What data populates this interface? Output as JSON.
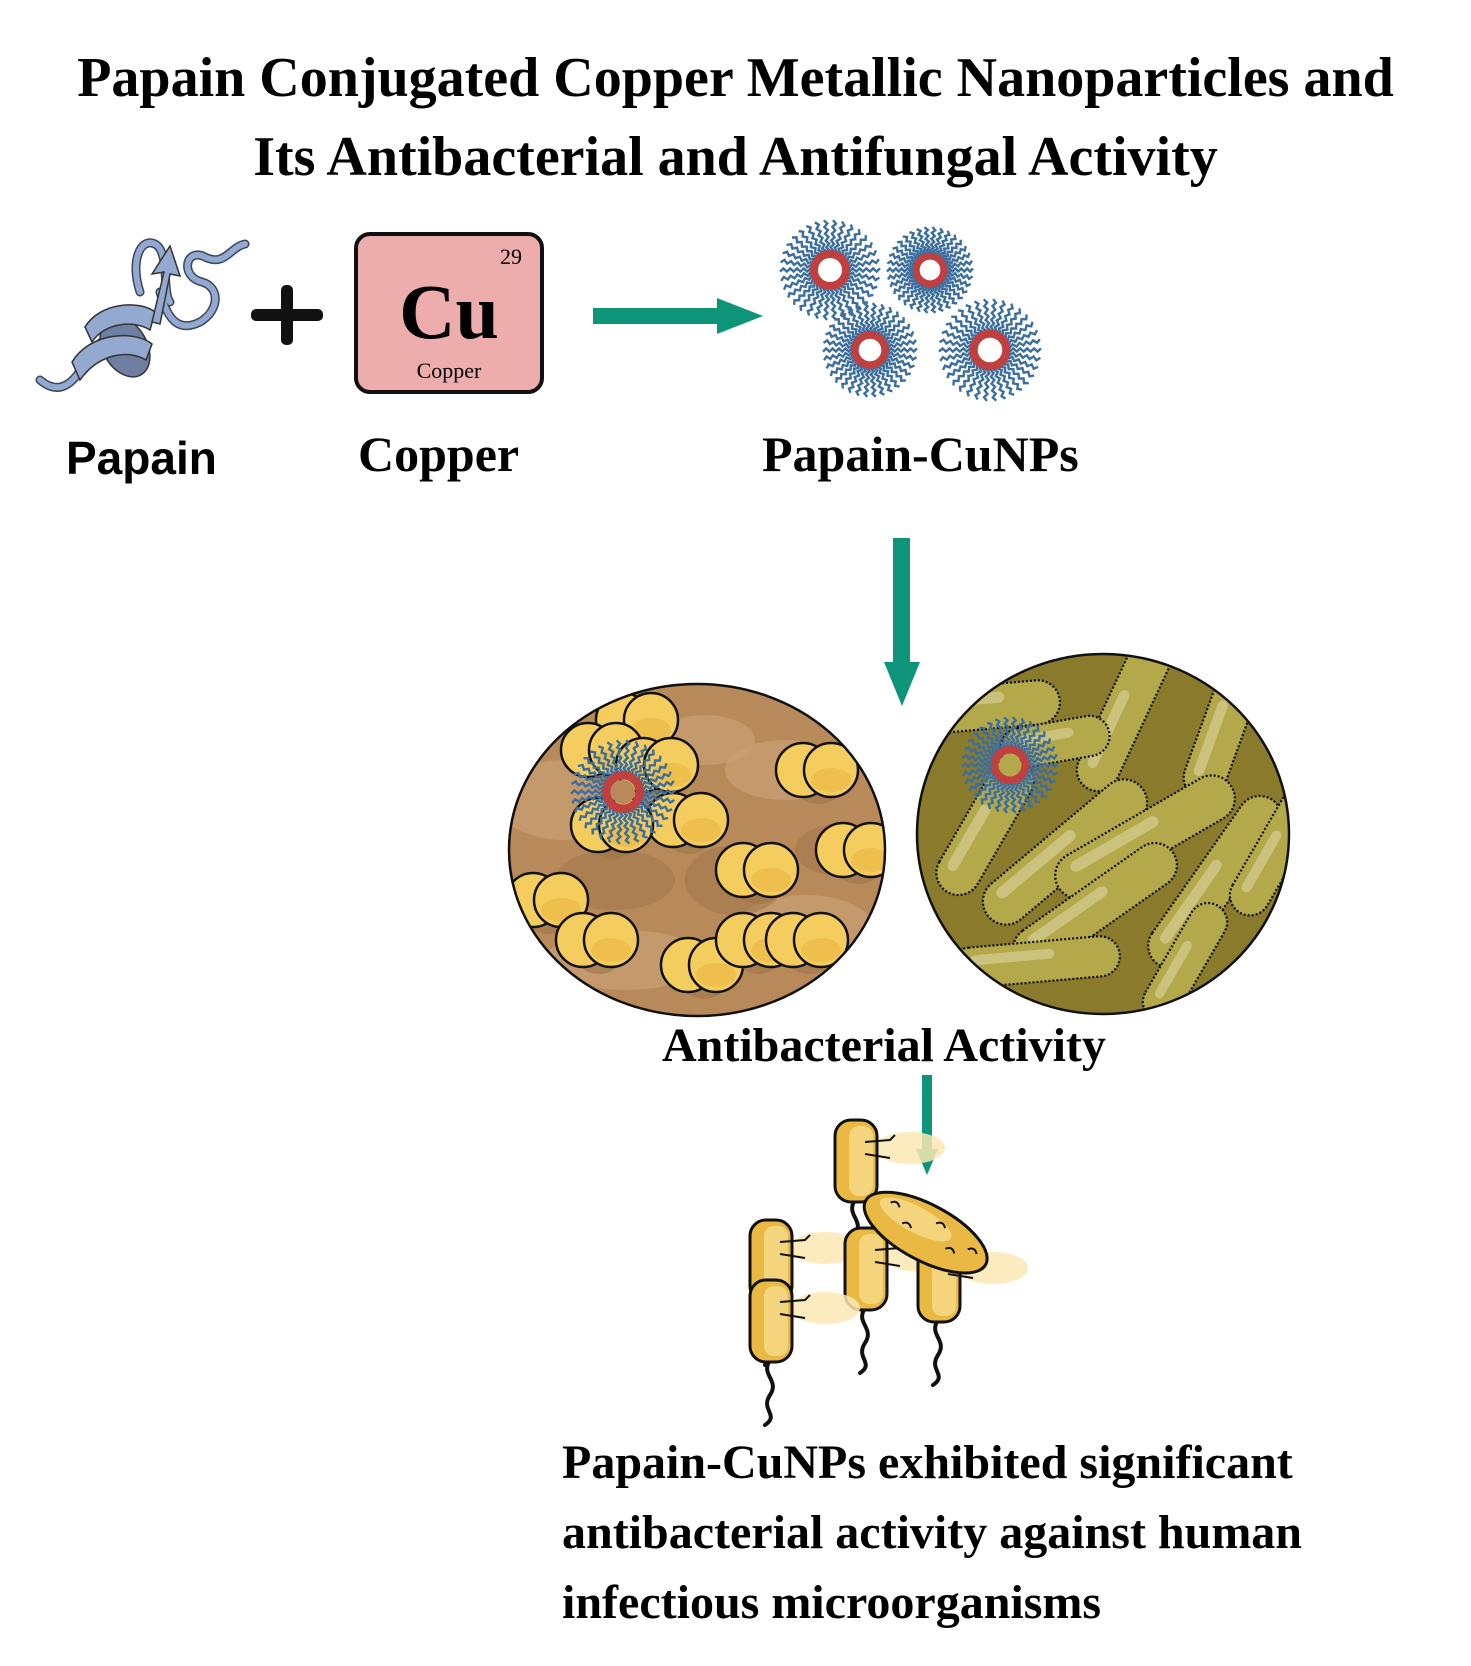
{
  "title": {
    "line1": "Papain Conjugated Copper Metallic Nanoparticles and",
    "line2": "Its Antibacterial and Antifungal Activity"
  },
  "reactants": {
    "papain_label": "Papain",
    "operator": "+",
    "copper_label": "Copper",
    "element_tile": {
      "atomic_number": "29",
      "symbol": "Cu",
      "name": "Copper",
      "fill_color": "#ecadac"
    }
  },
  "product": {
    "label": "Papain-CuNPs",
    "particle_count": 4,
    "core_color": "#c0403f",
    "ligand_color": "#3d6f9e"
  },
  "activity": {
    "label": "Antibacterial Activity",
    "panels": [
      "cocci-culture",
      "bacilli-culture"
    ]
  },
  "conclusion": {
    "lines": [
      "Papain-CuNPs exhibited significant",
      "antibacterial activity against human",
      "infectious microorganisms"
    ]
  },
  "colors": {
    "arrow": "#0d9479",
    "protein": "#93a9cf",
    "cocci_bg": "#b88a5a",
    "cocci_cell": "#f5cd5f",
    "bacilli_bg": "#8a7a2c",
    "bacilli_cell": "#b3a94a",
    "microbe": "#e9b944"
  }
}
